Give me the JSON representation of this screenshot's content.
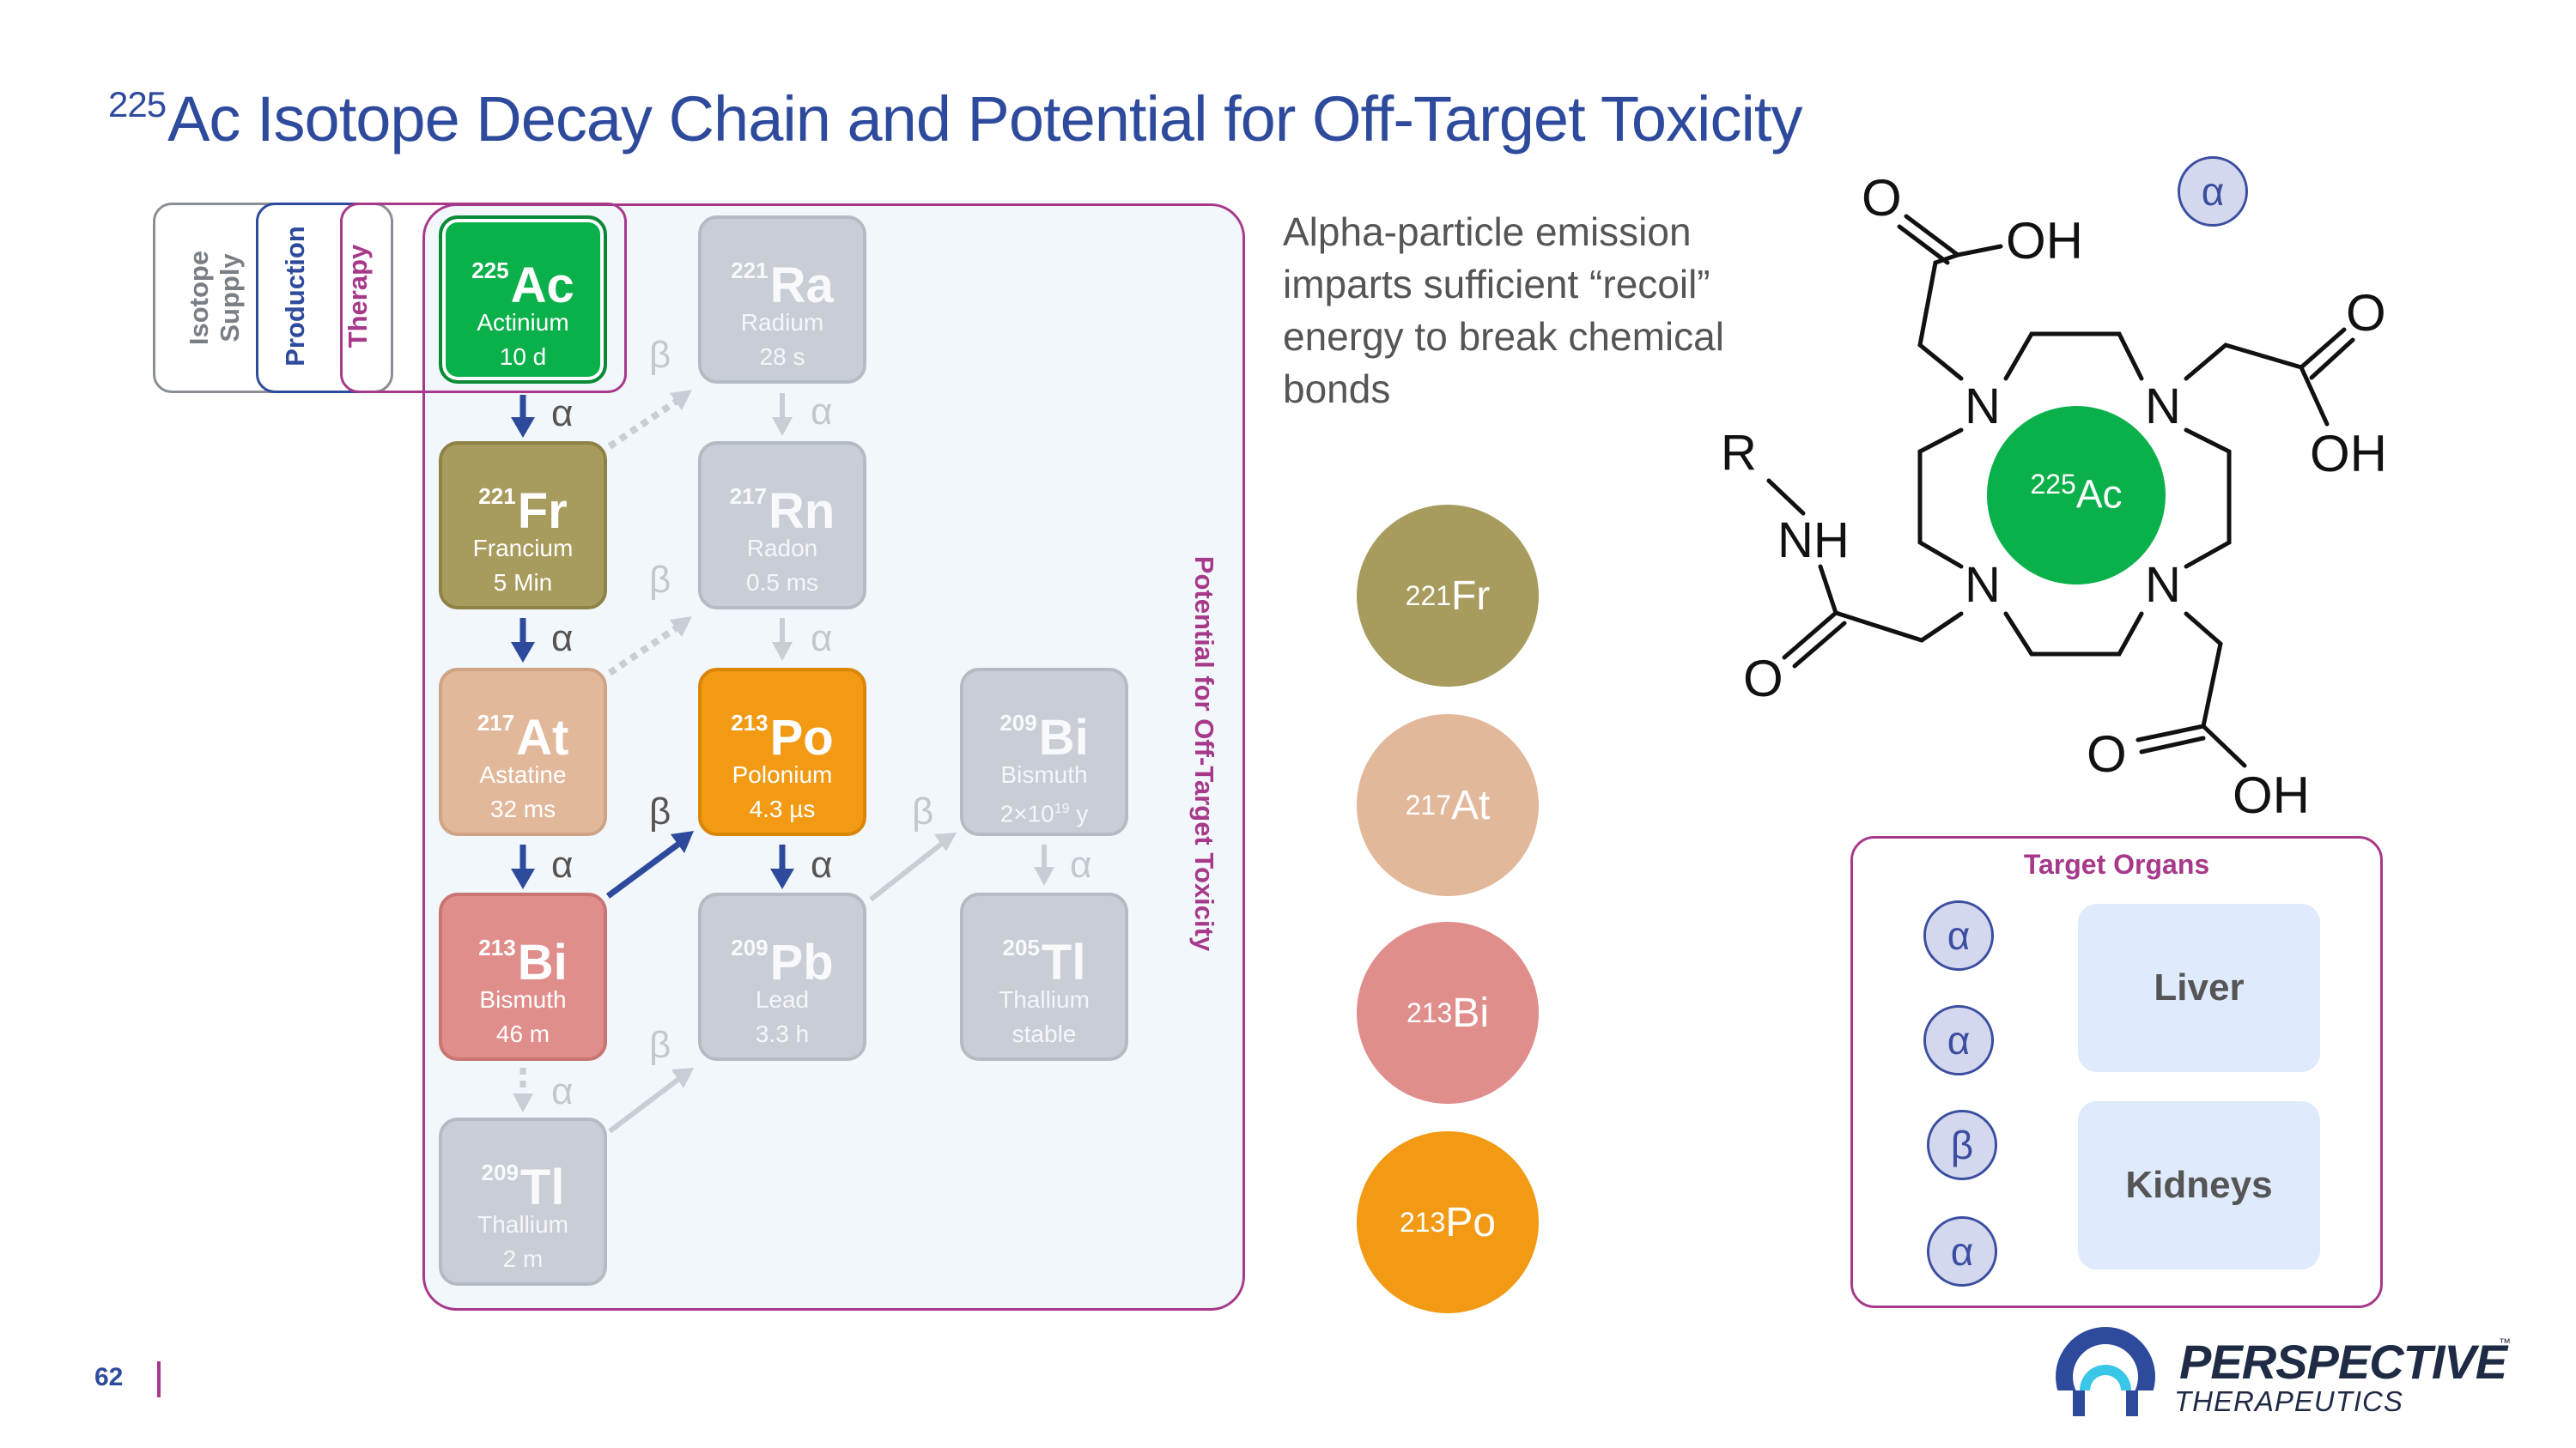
{
  "title": {
    "sup": "225",
    "main": "Ac Isotope Decay Chain and Potential for Off-Target Toxicity"
  },
  "stages": {
    "isotope_supply": "Isotope\nSupply",
    "production": "Production",
    "therapy": "Therapy"
  },
  "panel_label": "Potential for Off-Target Toxicity",
  "tiles": {
    "ac": {
      "mass": "225",
      "symbol": "Ac",
      "name": "Actinium",
      "halflife": "10 d"
    },
    "ra": {
      "mass": "221",
      "symbol": "Ra",
      "name": "Radium",
      "halflife": "28 s"
    },
    "fr": {
      "mass": "221",
      "symbol": "Fr",
      "name": "Francium",
      "halflife": "5 Min"
    },
    "rn": {
      "mass": "217",
      "symbol": "Rn",
      "name": "Radon",
      "halflife": "0.5 ms"
    },
    "at": {
      "mass": "217",
      "symbol": "At",
      "name": "Astatine",
      "halflife": "32 ms"
    },
    "po": {
      "mass": "213",
      "symbol": "Po",
      "name": "Polonium",
      "halflife": "4.3 µs"
    },
    "bi209": {
      "mass": "209",
      "symbol": "Bi",
      "name": "Bismuth",
      "halflife_base": "2×10",
      "halflife_exp": "19",
      "halflife_unit": " y"
    },
    "bi213": {
      "mass": "213",
      "symbol": "Bi",
      "name": "Bismuth",
      "halflife": "46 m"
    },
    "pb": {
      "mass": "209",
      "symbol": "Pb",
      "name": "Lead",
      "halflife": "3.3 h"
    },
    "tl205": {
      "mass": "205",
      "symbol": "Tl",
      "name": "Thallium",
      "halflife": "stable"
    },
    "tl209": {
      "mass": "209",
      "symbol": "Tl",
      "name": "Thallium",
      "halflife": "2 m"
    }
  },
  "decay_labels": {
    "alpha": "α",
    "beta": "β"
  },
  "description": "Alpha-particle emission imparts sufficient “recoil” energy to break chemical bonds",
  "circles": [
    {
      "mass": "221",
      "symbol": "Fr",
      "color": "#a89b5e"
    },
    {
      "mass": "217",
      "symbol": "At",
      "color": "#e2b89b"
    },
    {
      "mass": "213",
      "symbol": "Bi",
      "color": "#e08e8c"
    },
    {
      "mass": "213",
      "symbol": "Po",
      "color": "#f29a14"
    }
  ],
  "chelator": {
    "center_mass": "225",
    "center_symbol": "Ac",
    "atoms": {
      "o": "O",
      "oh": "OH",
      "n": "N",
      "r": "R",
      "nh": "NH"
    },
    "bubble": "α"
  },
  "target_organs": {
    "title": "Target Organs",
    "organs": [
      "Liver",
      "Kidneys"
    ],
    "particles": [
      "α",
      "α",
      "β",
      "α"
    ]
  },
  "page_number": "62",
  "logo": {
    "word": "PERSPECTIVE",
    "sub": "THERAPEUTICS",
    "tm": "™"
  },
  "colors": {
    "title": "#2e4a9c",
    "accent": "#a7398a",
    "actinium": "#0ab14b",
    "arrow_dark": "#2e4a9c",
    "arrow_light": "#c9ced6"
  }
}
